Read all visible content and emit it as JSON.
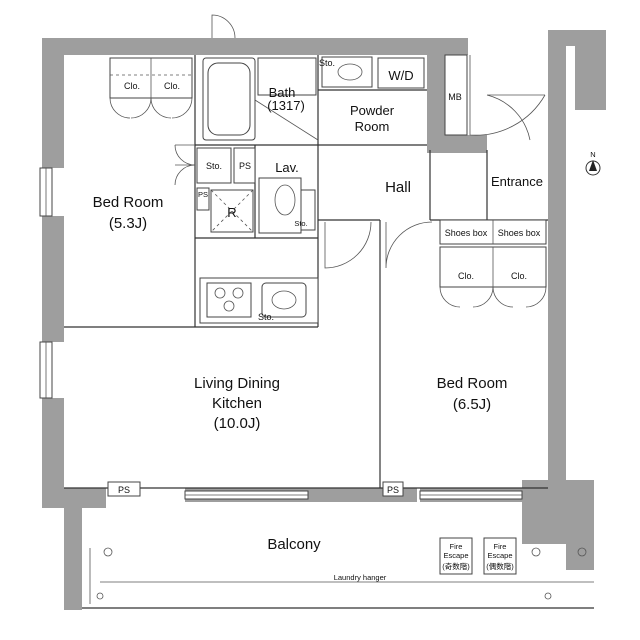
{
  "rooms": {
    "bed_room_1": {
      "name": "Bed Room",
      "size": "(5.3J)"
    },
    "bed_room_2": {
      "name": "Bed Room",
      "size": "(6.5J)"
    },
    "ldk": {
      "line1": "Living Dining",
      "line2": "Kitchen",
      "size": "(10.0J)"
    },
    "bath": {
      "name": "Bath",
      "size": "(1317)"
    },
    "powder": {
      "line1": "Powder",
      "line2": "Room"
    },
    "hall": "Hall",
    "entrance": "Entrance",
    "balcony": "Balcony",
    "lav": "Lav."
  },
  "labels": {
    "clo": "Clo.",
    "sto": "Sto.",
    "ps": "PS",
    "ps_vertical": "PS",
    "r": "R",
    "wd": "W/D",
    "mb": "MB",
    "shoes_box": "Shoes box",
    "laundry_hanger": "Laundry hanger",
    "fire_escape": "Fire",
    "fire_escape_2": "Escape",
    "fire_odd": "(奇数階)",
    "fire_even": "(偶数階)",
    "north": "N"
  }
}
